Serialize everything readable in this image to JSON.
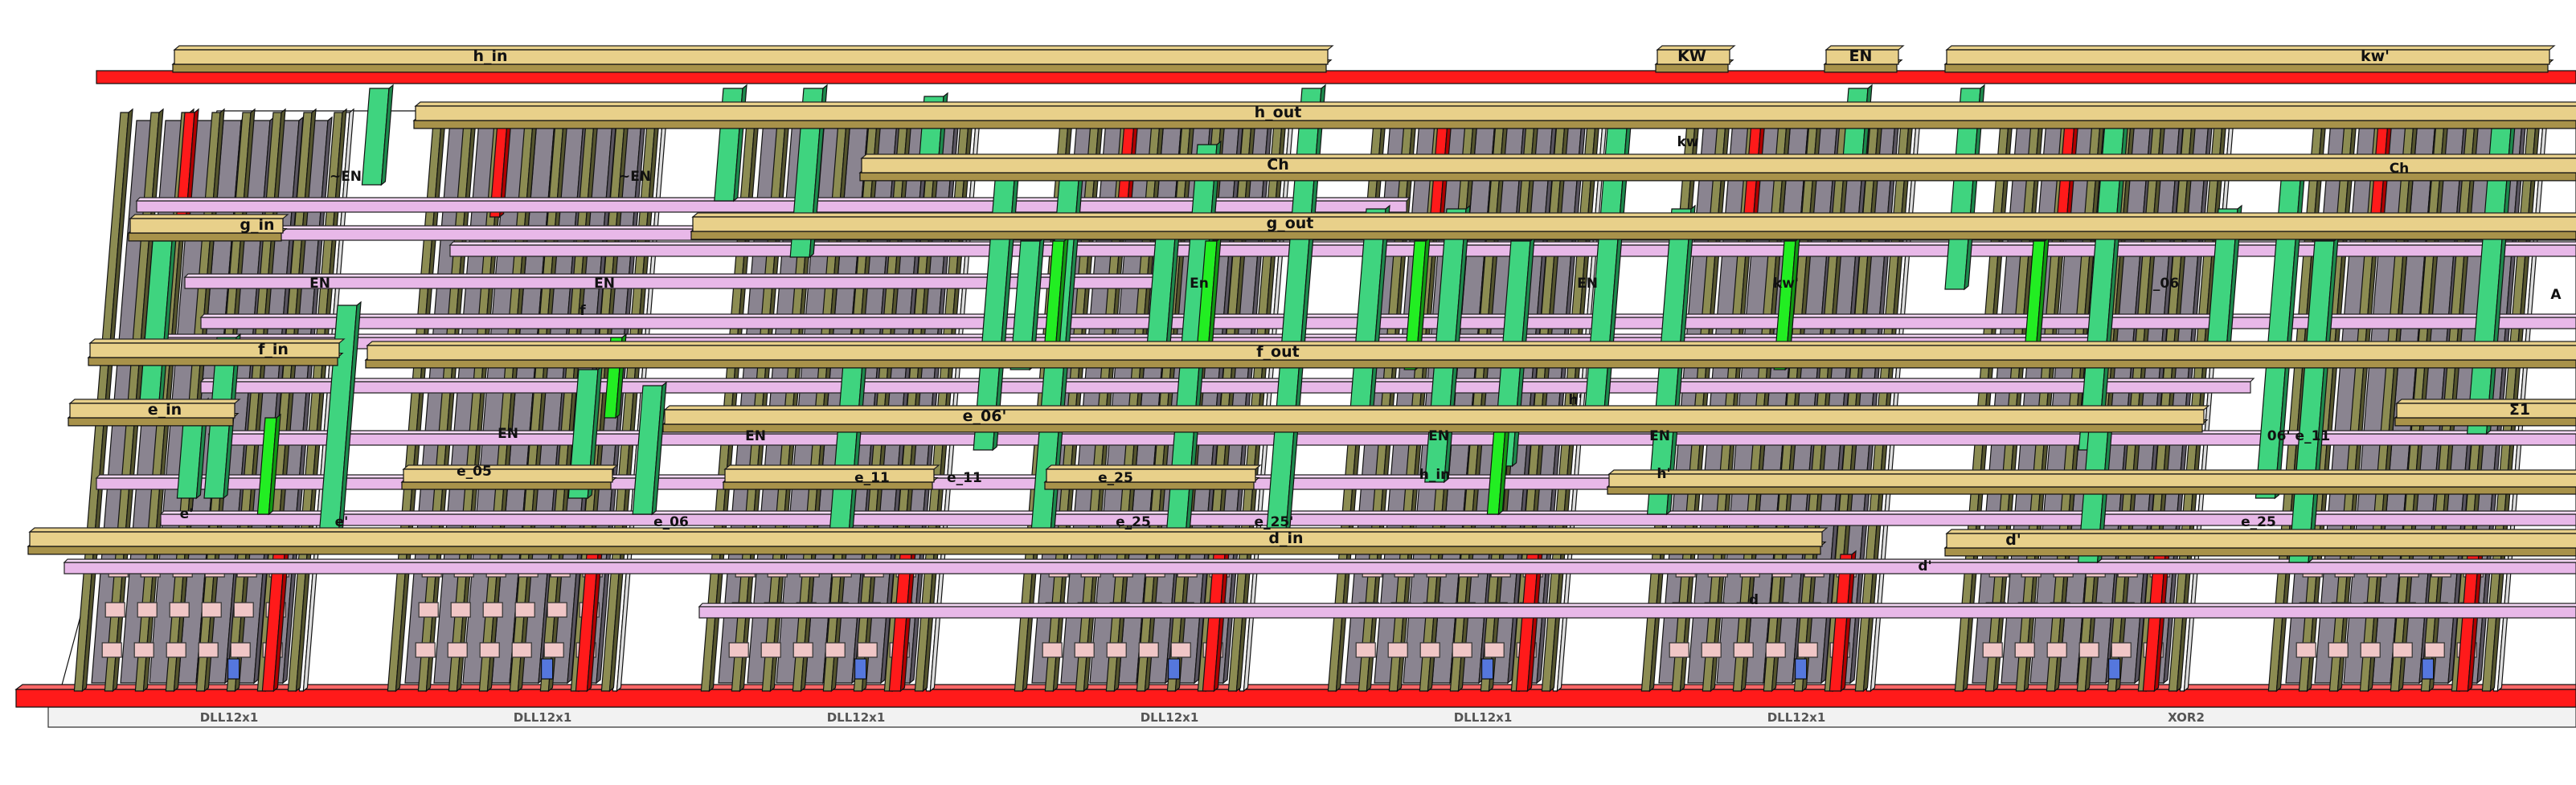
{
  "colors": {
    "metal_top": "#e8d08a",
    "metal_side": "#a8924a",
    "via_green": "#3fd47f",
    "via_green_dark": "#1d8a4c",
    "pink": "#e8b8e8",
    "pink_dark": "#9a6a9a",
    "olive": "#8c8c52",
    "olive_dark": "#55552e",
    "gray_block": "#8a8490",
    "rail_red": "#ff1a1a",
    "rail_red_dark": "#b00000",
    "blue_contact": "#5577dd",
    "bright_green": "#22ee22"
  },
  "top_rails": [
    {
      "label": "h_in"
    },
    {
      "label": "KW"
    },
    {
      "label": "EN"
    },
    {
      "label": "kw'"
    },
    {
      "label": "h_out"
    },
    {
      "label": "Ch"
    },
    {
      "label": "g_out"
    },
    {
      "label": "f_out"
    },
    {
      "label": "e_06'"
    },
    {
      "label": "d_in"
    },
    {
      "label": "d'"
    },
    {
      "label": "g_in"
    },
    {
      "label": "f_in"
    },
    {
      "label": "e_in"
    },
    {
      "label": "Σ1"
    }
  ],
  "small_labels": [
    {
      "label": "~EN"
    },
    {
      "label": "~EN"
    },
    {
      "label": "EN"
    },
    {
      "label": "EN"
    },
    {
      "label": "En"
    },
    {
      "label": "EN"
    },
    {
      "label": "kw'"
    },
    {
      "label": "kw"
    },
    {
      "label": "Ch"
    },
    {
      "label": "_06"
    },
    {
      "label": "A"
    },
    {
      "label": "f"
    },
    {
      "label": "EN"
    },
    {
      "label": "EN"
    },
    {
      "label": "EN"
    },
    {
      "label": "EN"
    },
    {
      "label": "h'"
    },
    {
      "label": "h'"
    },
    {
      "label": "h_in"
    },
    {
      "label": "e_05"
    },
    {
      "label": "e_06"
    },
    {
      "label": "e'"
    },
    {
      "label": "e'"
    },
    {
      "label": "e_11"
    },
    {
      "label": "e_11"
    },
    {
      "label": "e_25"
    },
    {
      "label": "e_25"
    },
    {
      "label": "e_25"
    },
    {
      "label": "e_25'"
    },
    {
      "label": "06' e_11"
    },
    {
      "label": "d"
    },
    {
      "label": "d'"
    }
  ],
  "cell_labels": [
    {
      "label": "DLL12x1"
    },
    {
      "label": "DLL12x1"
    },
    {
      "label": "DLL12x1"
    },
    {
      "label": "DLL12x1"
    },
    {
      "label": "DLL12x1"
    },
    {
      "label": "DLL12x1"
    },
    {
      "label": "XOR2"
    }
  ]
}
